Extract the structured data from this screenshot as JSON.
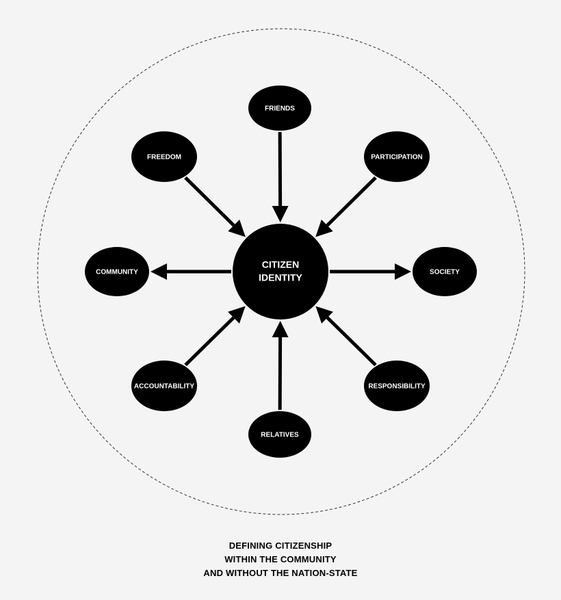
{
  "colors": {
    "background": "#f4f4f4",
    "node": "#000000",
    "text": "#ffffff",
    "boundary": "#333333"
  },
  "center": {
    "line1": "CITIZEN",
    "line2": "IDENTITY"
  },
  "nodes": [
    {
      "id": "friends",
      "label": "FRIENDS",
      "arrow": "inward"
    },
    {
      "id": "participation",
      "label": "PARTICIPATION",
      "arrow": "inward"
    },
    {
      "id": "society",
      "label": "SOCIETY",
      "arrow": "outward"
    },
    {
      "id": "responsibility",
      "label": "RESPONSIBILITY",
      "arrow": "inward"
    },
    {
      "id": "relatives",
      "label": "RELATIVES",
      "arrow": "inward"
    },
    {
      "id": "accountability",
      "label": "ACCOUNTABILITY",
      "arrow": "inward"
    },
    {
      "id": "community",
      "label": "COMMUNITY",
      "arrow": "outward"
    },
    {
      "id": "freedom",
      "label": "FREEDOM",
      "arrow": "inward"
    }
  ],
  "caption": {
    "line1": "DEFINING CITIZENSHIP",
    "line2": "WITHIN THE COMMUNITY",
    "line3": "AND WITHOUT THE NATION-STATE"
  }
}
